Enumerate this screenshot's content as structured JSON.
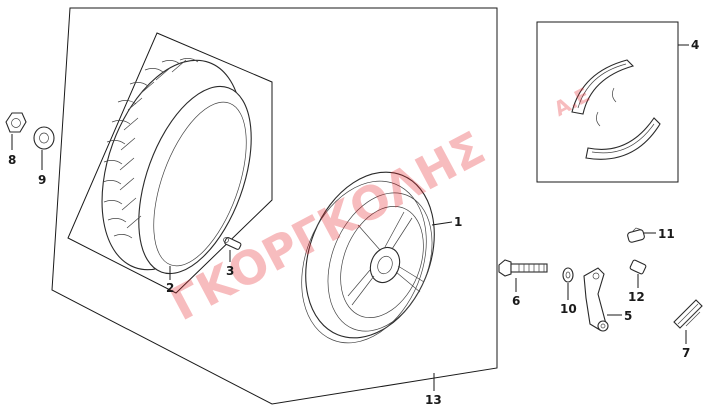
{
  "watermark": {
    "main": "ΓΚΟΡΓΚΟΛΗΣ",
    "suffix": "Α.Ε",
    "color": "#e8242a"
  },
  "callouts": {
    "c1": "1",
    "c2": "2",
    "c3": "3",
    "c4": "4",
    "c5": "5",
    "c6": "6",
    "c7": "7",
    "c8": "8",
    "c9": "9",
    "c10": "10",
    "c11": "11",
    "c12": "12",
    "c13": "13"
  }
}
